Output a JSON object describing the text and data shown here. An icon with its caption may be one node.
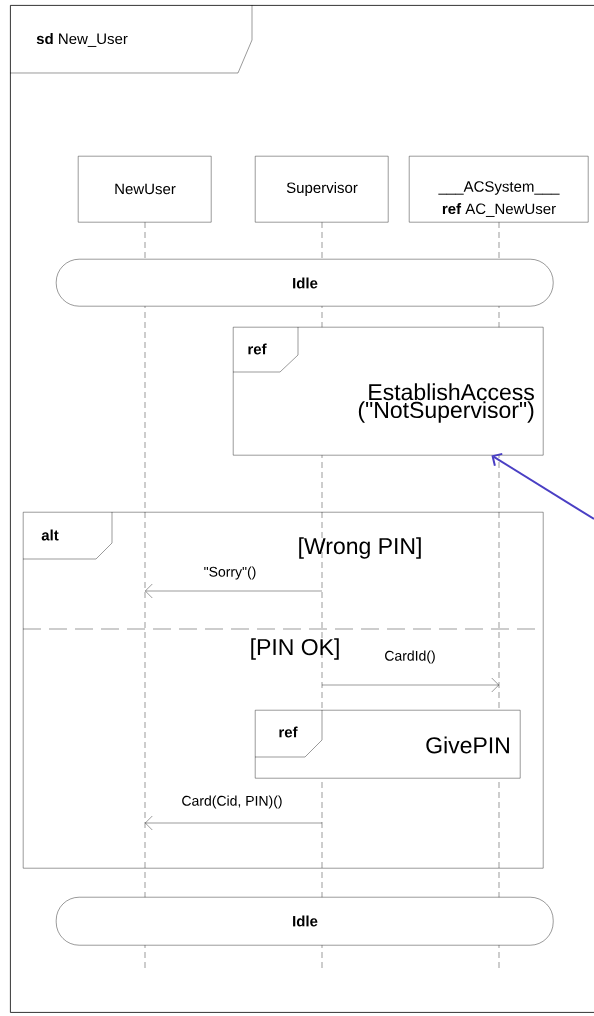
{
  "diagram": {
    "nodes": [
      {
        "text": [
          "**sd** New_User"
        ]
      },
      {
        "text": [
          "NewUser"
        ],
        "in": 0
      },
      {
        "text": [
          "Supervisor"
        ],
        "in": 0
      },
      {
        "text": [
          "___ACSystem___",
          "**ref** AC_NewUser"
        ],
        "in": 0
      },
      {
        "text": [
          "Idle"
        ],
        "in": 0
      },
      {
        "text": [
          "ref",
          "EstablishAccess (\"NotSupervisor\")"
        ],
        "in": 0
      },
      {
        "text": [
          "alt",
          "[Wrong PIN]",
          "[PIN OK]"
        ],
        "in": 0
      },
      {
        "text": [
          "ref",
          "GivePIN"
        ],
        "in": 6
      },
      {
        "text": [
          "Idle"
        ],
        "in": 0
      },
      {
        "text": [],
        "shape": "line",
        "in": 0
      },
      {
        "text": [],
        "shape": "line",
        "in": 0
      },
      {
        "text": [],
        "shape": "line",
        "in": 0
      }
    ],
    "edges": [
      {
        "from": 10,
        "to": 9,
        "arrow": "to",
        "label": "\"Sorry\"()"
      },
      {
        "from": 10,
        "to": 11,
        "arrow": "to",
        "label": "CardId()"
      },
      {
        "from": 10,
        "to": 9,
        "arrow": "to",
        "label": "Card(Cid, PIN)()"
      },
      {
        "from": null,
        "to": 5,
        "arrow": "to",
        "style": "thick",
        "color": "#4a3fc4"
      }
    ]
  }
}
